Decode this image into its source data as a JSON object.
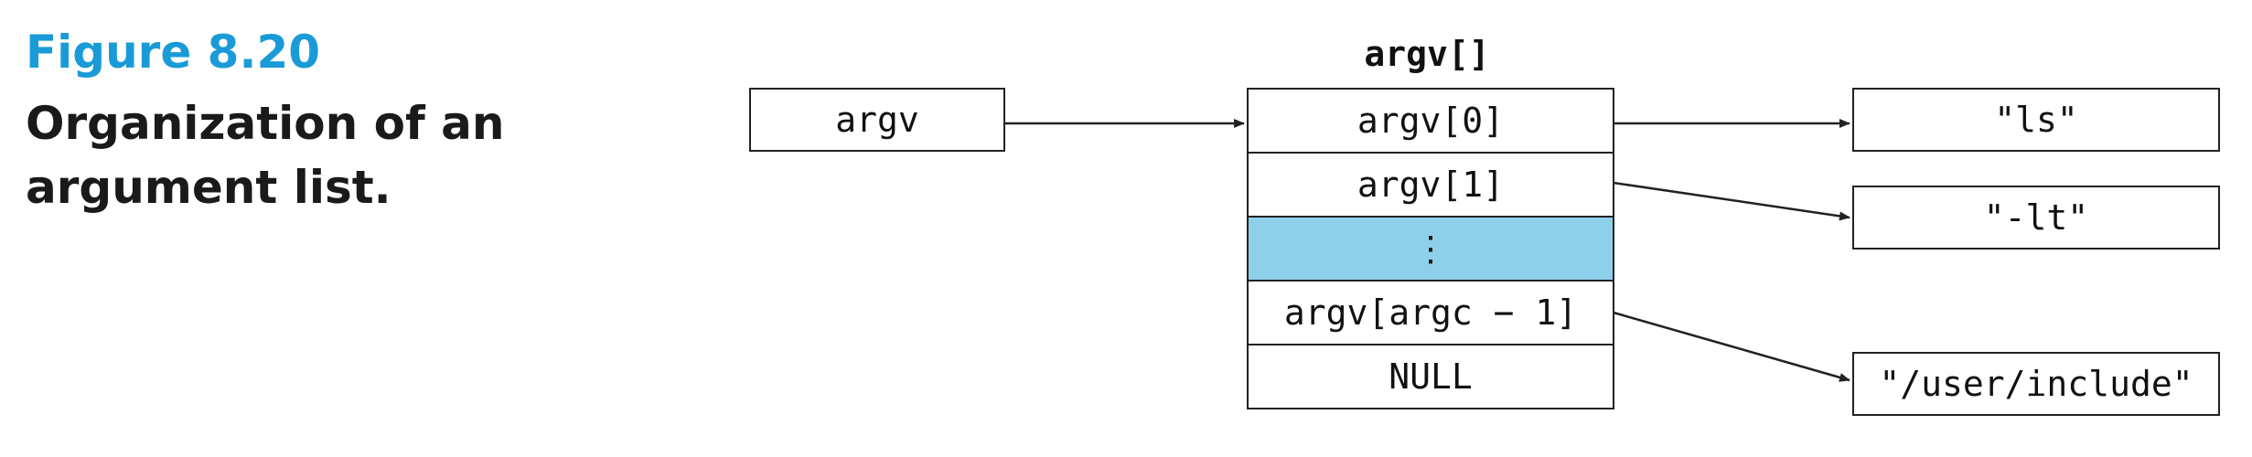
{
  "figure": {
    "number": "Figure 8.20",
    "caption_lines": [
      "Organization of an",
      "argument list."
    ]
  },
  "diagram": {
    "array_title": "argv[]",
    "pointer_label": "argv",
    "array_cells": [
      "argv[0]",
      "argv[1]",
      "⋮",
      "argv[argc − 1]",
      "NULL"
    ],
    "strings": [
      "\"ls\"",
      "\"-lt\"",
      "\"/user/include\""
    ]
  },
  "colors": {
    "figure_number": "#1a9bd7",
    "shaded_cell": "#8ed0ea"
  }
}
